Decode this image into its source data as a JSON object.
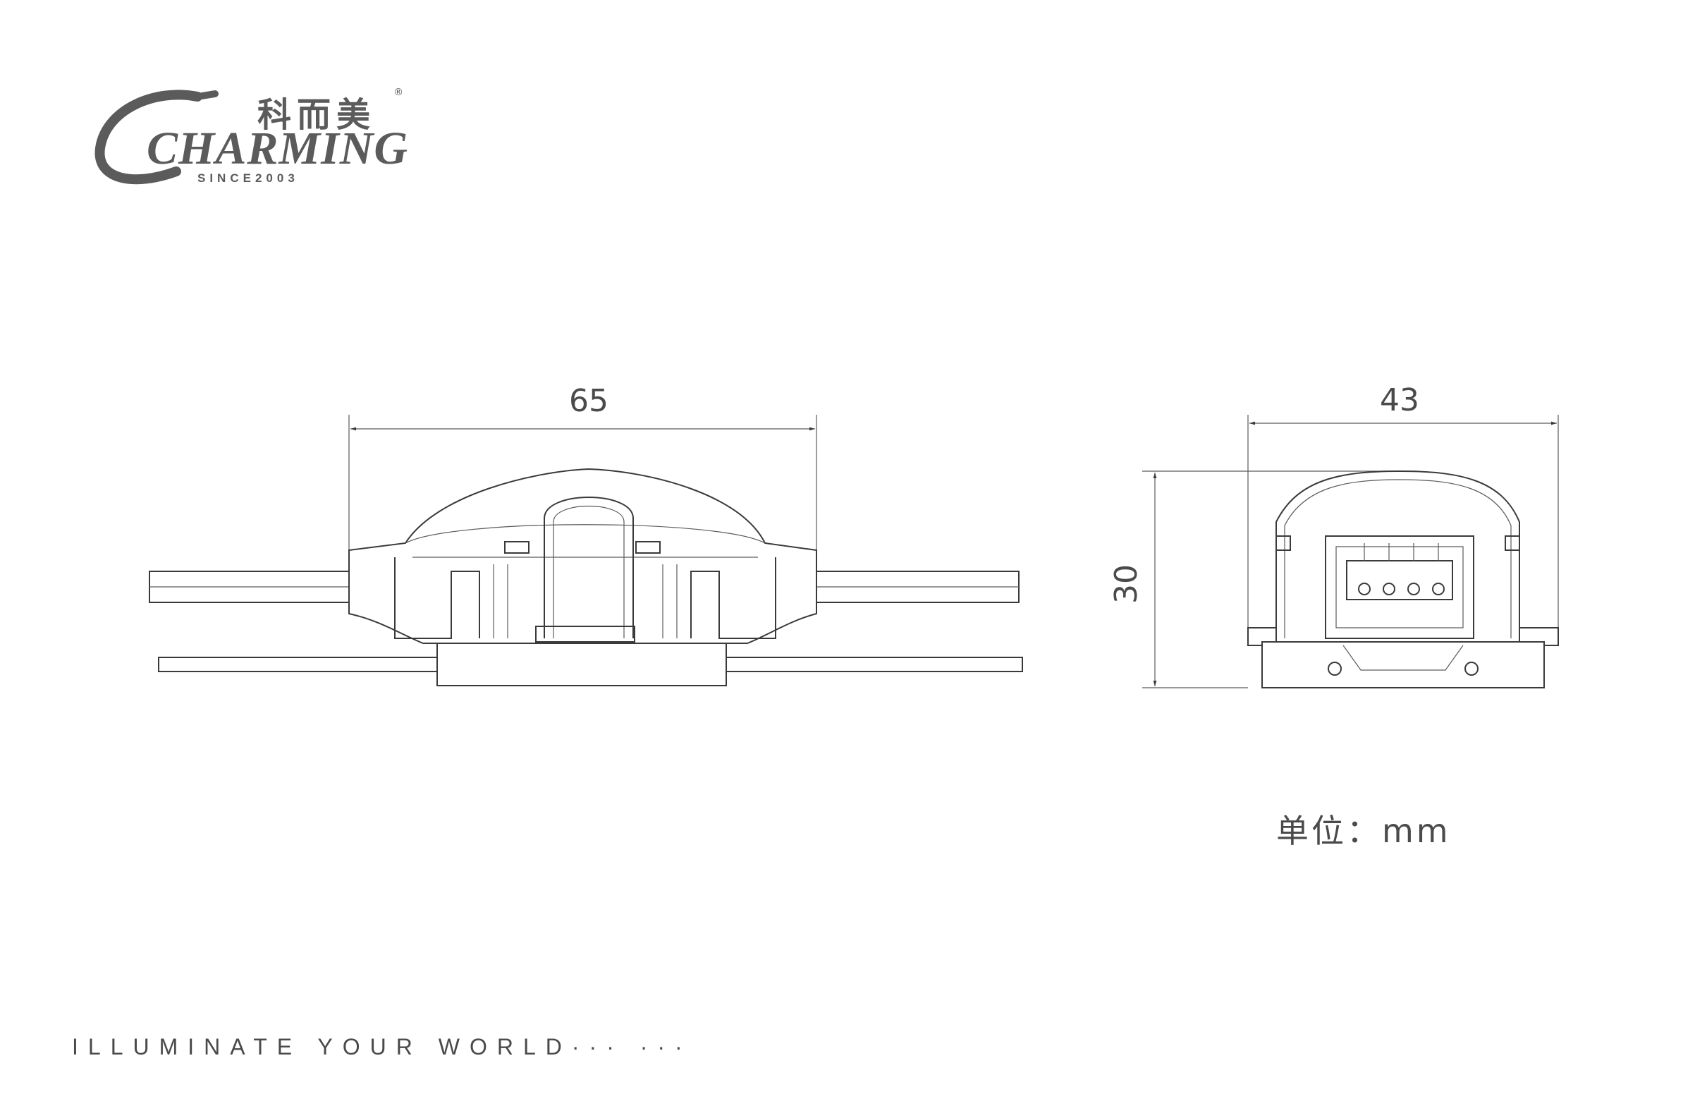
{
  "logo": {
    "chinese": "科而美",
    "registered": "®",
    "word": "CHARMING",
    "since": "SINCE2003"
  },
  "dimensions": {
    "front_width": "65",
    "side_width": "43",
    "side_height": "30"
  },
  "unit": "单位：mm",
  "slogan": "ILLUMINATE YOUR WORLD··· ···",
  "colors": {
    "line": "#3a3a3a",
    "text": "#4a4a4a",
    "logo": "#5b5b5b"
  }
}
